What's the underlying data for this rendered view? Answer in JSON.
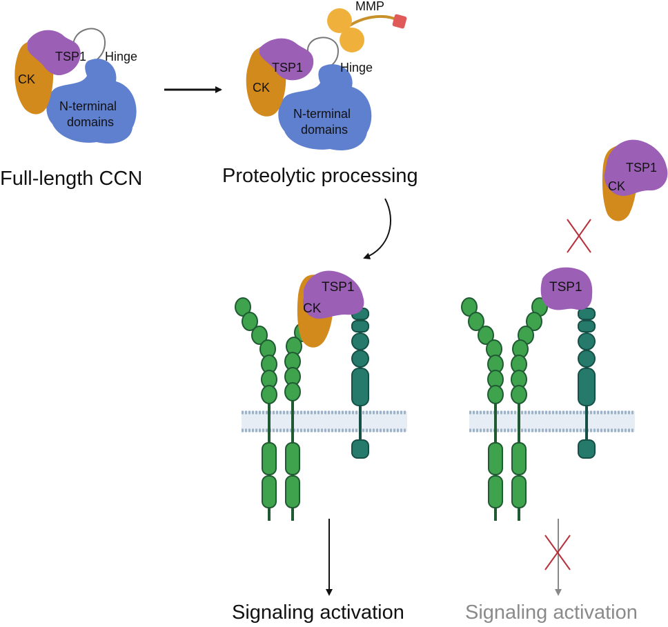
{
  "panel1": {
    "tsp1": "TSP1",
    "ck": "CK",
    "hinge": "Hinge",
    "nterm_line1": "N-terminal",
    "nterm_line2": "domains",
    "caption": "Full-length CCN"
  },
  "panel2": {
    "tsp1": "TSP1",
    "ck": "CK",
    "hinge": "Hinge",
    "nterm_line1": "N-terminal",
    "nterm_line2": "domains",
    "mmp": "MMP",
    "caption": "Proteolytic processing"
  },
  "bound_fragment": {
    "tsp1": "TSP1",
    "ck": "CK"
  },
  "free_fragment": {
    "tsp1": "TSP1",
    "ck": "CK"
  },
  "truncated_fragment": {
    "tsp1": "TSP1"
  },
  "outcomes": {
    "active": "Signaling activation",
    "inactive": "Signaling activation"
  },
  "colors": {
    "ck": "#d38a1c",
    "tsp1": "#9b5fb5",
    "nterm": "#5f7fcf",
    "mmp": "#f0b13c",
    "mmp_tip": "#e05a5a",
    "receptor_green": "#3fa34d",
    "receptor_teal": "#267a6c",
    "membrane": "#9fb3c8",
    "block_x": "#b5303a"
  }
}
